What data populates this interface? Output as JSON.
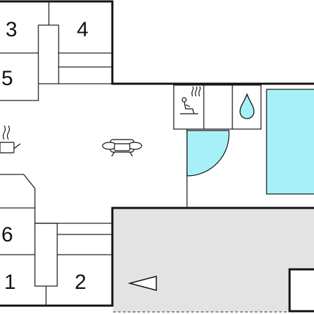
{
  "floorplan": {
    "colors": {
      "wall": "#111111",
      "water": "#a8f0f8",
      "terrace": "#e3e3e3",
      "background": "#ffffff"
    },
    "rooms": [
      {
        "label": "3"
      },
      {
        "label": "4"
      },
      {
        "label": "5"
      },
      {
        "label": "6"
      },
      {
        "label": "1"
      },
      {
        "label": "2"
      }
    ],
    "icons": [
      {
        "name": "sauna-icon"
      },
      {
        "name": "water-drop-icon"
      },
      {
        "name": "sofa-icon"
      },
      {
        "name": "kitchen-pot-icon"
      },
      {
        "name": "direction-arrow-icon"
      }
    ],
    "features": [
      "bedroom-3",
      "bedroom-4",
      "bedroom-5",
      "bedroom-6",
      "bedroom-1",
      "bedroom-2",
      "living-room",
      "kitchen",
      "sauna",
      "shower",
      "swimming-pool",
      "terrace"
    ]
  }
}
